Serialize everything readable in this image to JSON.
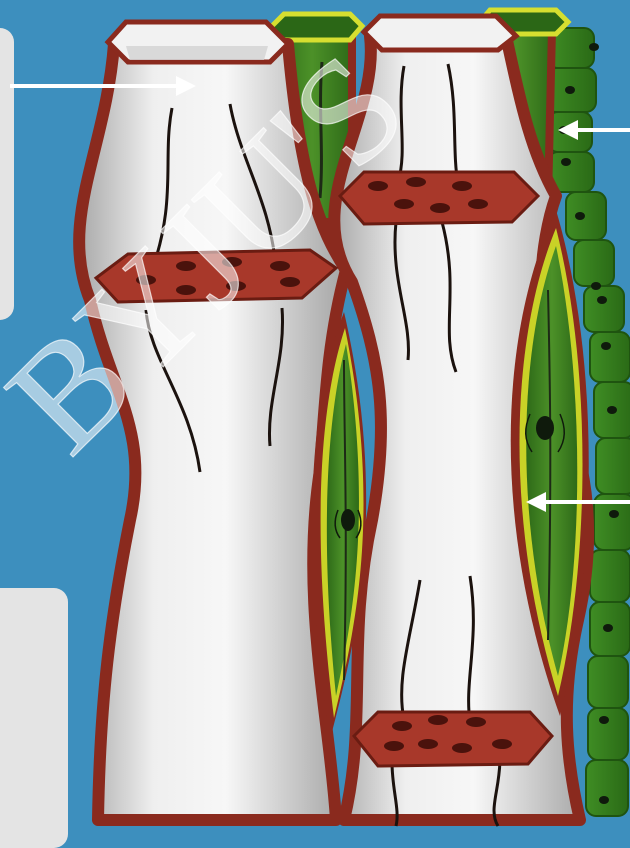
{
  "diagram": {
    "subject": "phloem-sieve-tubes-with-companion-cells",
    "colors": {
      "background": "#3d8fbe",
      "cell_wall": "#8a2a1e",
      "sieve_tube_fill": "#dcdcdc",
      "sieve_plate": "#a8382a",
      "sieve_pore": "#4a120c",
      "companion_cell": "#3e7f22",
      "companion_cell_rim": "#c9d227",
      "nucleus": "#0f1a0c",
      "label_panel": "#e4e4e4",
      "arrow": "#ffffff"
    },
    "label_panels": [
      {
        "id": "top",
        "text": ""
      },
      {
        "id": "bottom",
        "text": ""
      }
    ],
    "pointer_arrows": [
      {
        "target": "sieve-tube-element",
        "direction": "right"
      },
      {
        "target": "parenchyma-cells",
        "direction": "left"
      },
      {
        "target": "companion-cell",
        "direction": "left"
      }
    ],
    "icons": [
      "sieve-plate-icon",
      "nucleus-icon",
      "arrow-icon"
    ],
    "watermark": "BYJU'S"
  }
}
